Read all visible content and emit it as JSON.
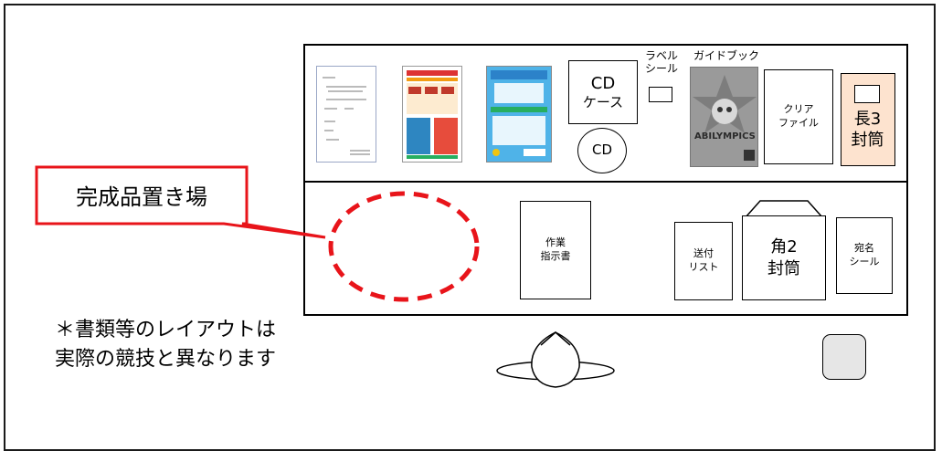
{
  "shelf": {
    "cd_case_line1": "CD",
    "cd_case_line2": "ケース",
    "cd_disc": "CD",
    "label_seal_line1": "ラベル",
    "label_seal_line2": "シール",
    "guidebook": "ガイドブック",
    "guidebook_brand": "ABILYMPICS",
    "clear_file_line1": "クリア",
    "clear_file_line2": "ファイル",
    "envelope3_line1": "長3",
    "envelope3_line2": "封筒"
  },
  "desk": {
    "work_sheet_line1": "作業",
    "work_sheet_line2": "指示書",
    "send_list_line1": "送付",
    "send_list_line2": "リスト",
    "envelope2_line1": "角2",
    "envelope2_line2": "封筒",
    "address_seal_line1": "宛名",
    "address_seal_line2": "シール"
  },
  "callout": {
    "text": "完成品置き場"
  },
  "note": {
    "line1": "＊書類等のレイアウトは",
    "line2": "実際の競技と異なります"
  },
  "colors": {
    "callout_red": "#e8141a",
    "envelope3_fill": "#fde3cf",
    "guidebook_gray": "#9a9a9a",
    "stool_fill": "#e6e6e6"
  }
}
